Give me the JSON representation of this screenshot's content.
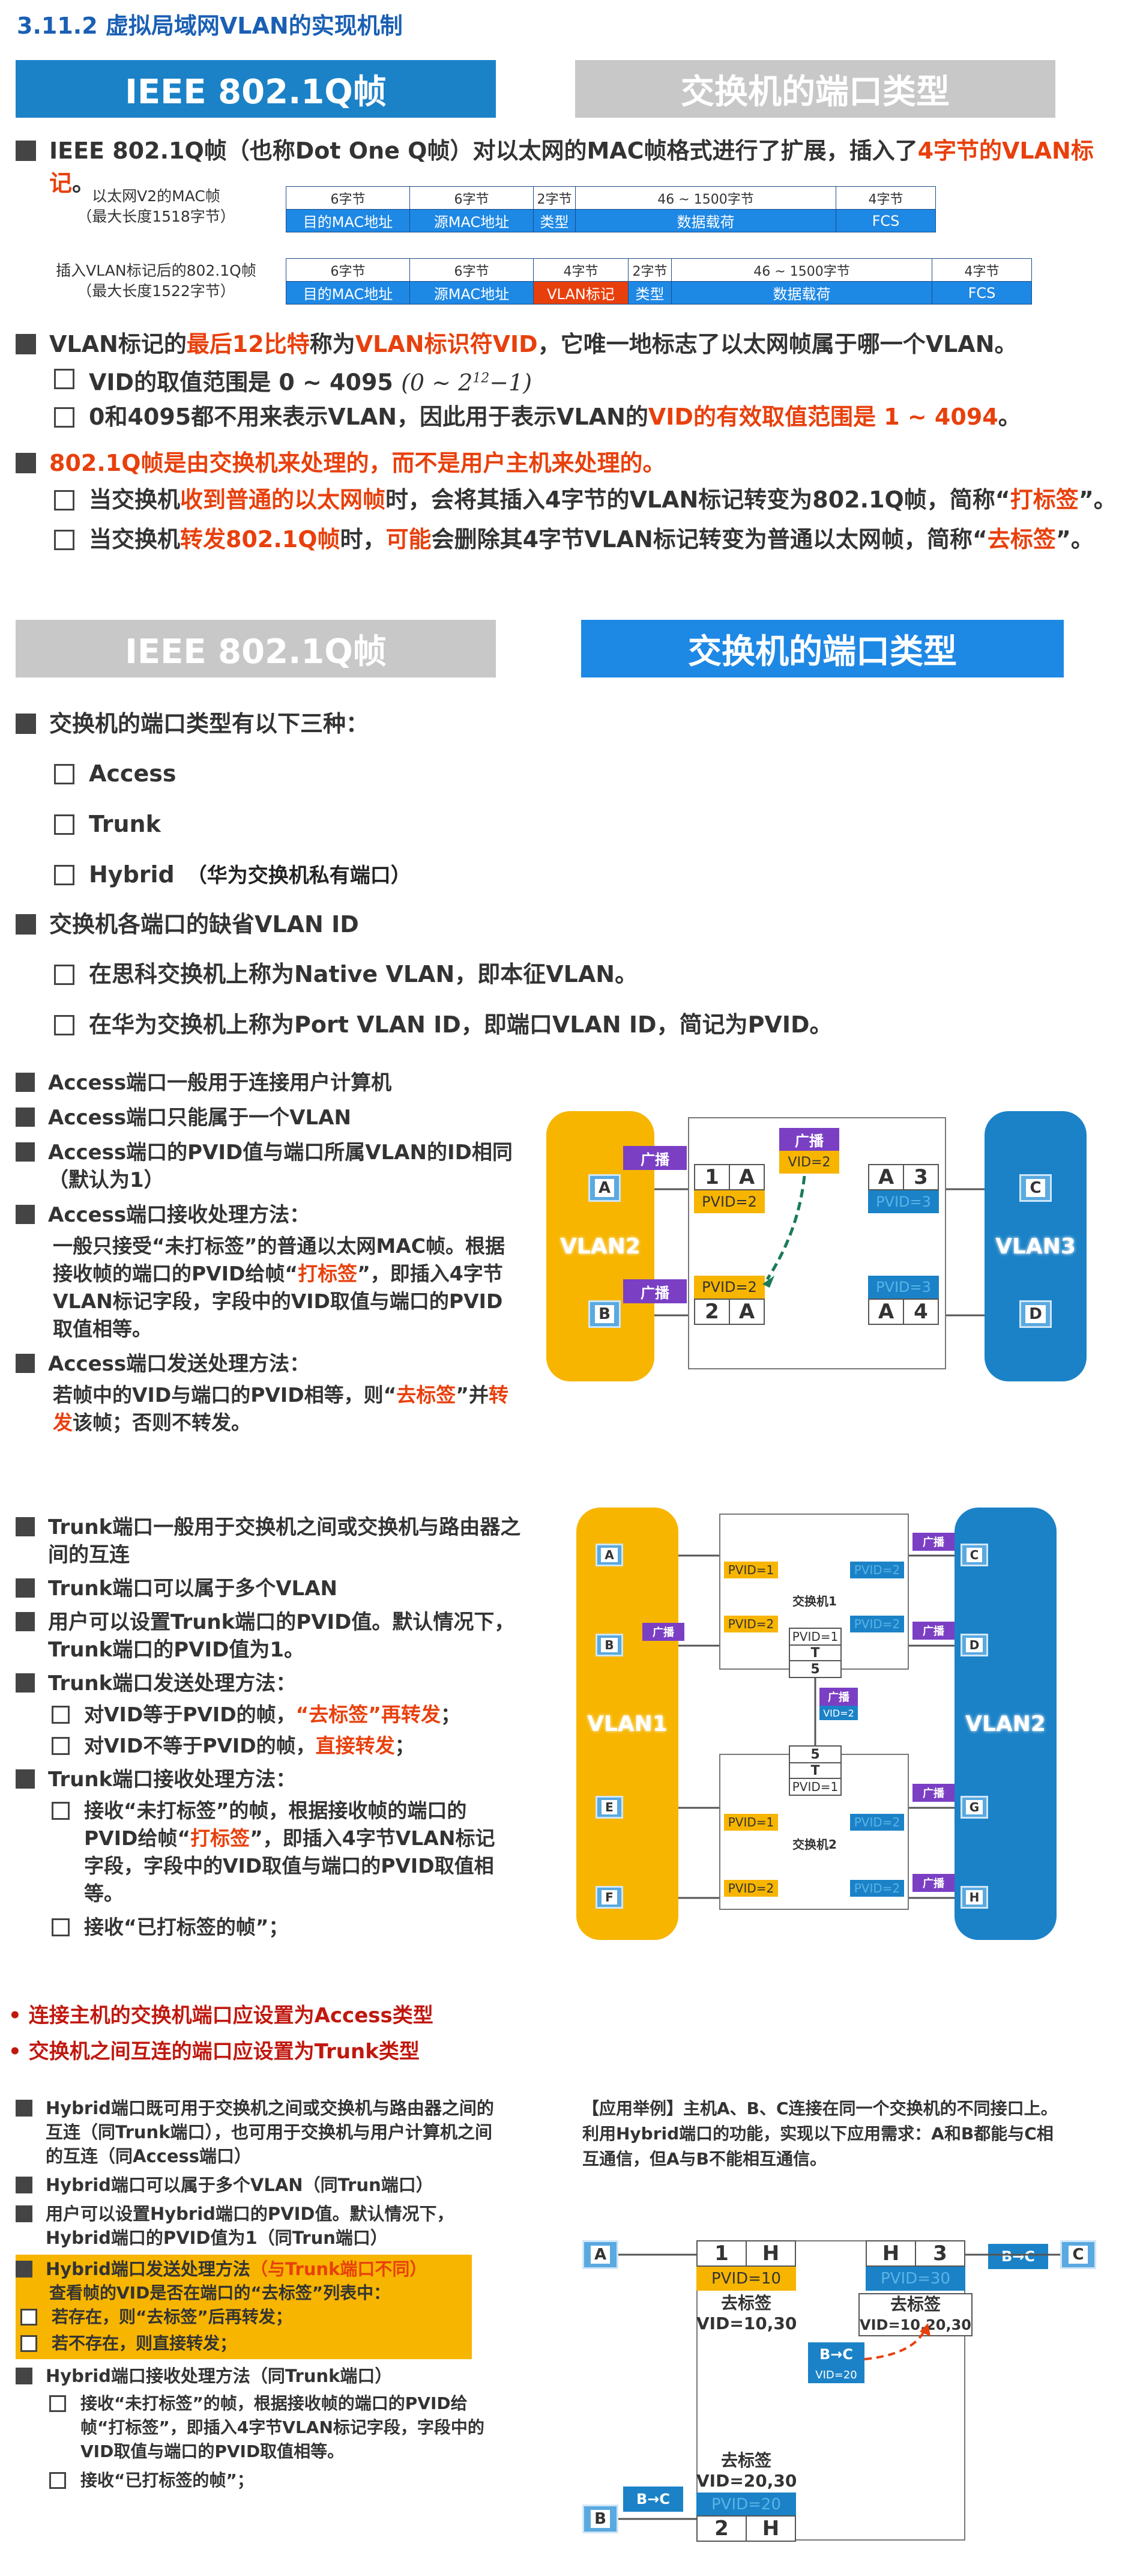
{
  "title": "3.11.2 虚拟局域网VLAN的实现机制",
  "tabs1": {
    "left": "IEEE 802.1Q帧",
    "right": "交换机的端口类型"
  },
  "tabs2": {
    "left": "IEEE 802.1Q帧",
    "right": "交换机的端口类型"
  },
  "p1": {
    "intro_a": "IEEE 802.1Q帧（也称Dot One Q帧）对以太网的MAC帧格式进行了扩展，插入了",
    "intro_b": "4字节的VLAN标记",
    "intro_c": "。",
    "frame1": {
      "label1": "以太网V2的MAC帧",
      "label2": "（最大长度1518字节）",
      "sizes": [
        "6字节",
        "6字节",
        "2字节",
        "46 ~ 1500字节",
        "4字节"
      ],
      "fields": [
        "目的MAC地址",
        "源MAC地址",
        "类型",
        "数据载荷",
        "FCS"
      ]
    },
    "frame2": {
      "label1": "插入VLAN标记后的802.1Q帧",
      "label2": "（最大长度1522字节）",
      "sizes": [
        "6字节",
        "6字节",
        "4字节",
        "2字节",
        "46 ~ 1500字节",
        "4字节"
      ],
      "fields": [
        "目的MAC地址",
        "源MAC地址",
        "VLAN标记",
        "类型",
        "数据载荷",
        "FCS"
      ]
    },
    "vid_a": "VLAN标记的",
    "vid_b": "最后12比特",
    "vid_c": "称为",
    "vid_d": "VLAN标识符VID",
    "vid_e": "，它唯一地标志了以太网帧属于哪一个VLAN。",
    "range_a": "VID的取值范围是 0 ~ 4095",
    "range_b": "(0 ~ 2",
    "range_sup": "12",
    "range_c": "−1)",
    "valid_a": "0和4095都不用来表示VLAN，因此用于表示VLAN的",
    "valid_b": "VID的有效取值范围是 1 ~ 4094",
    "valid_c": "。",
    "proc": "802.1Q帧是由交换机来处理的，而不是用户主机来处理的。",
    "tag_a": "当交换机",
    "tag_b": "收到普通的以太网帧",
    "tag_c": "时，会将其插入4字节的VLAN标记转变为802.1Q帧，简称“",
    "tag_d": "打标签",
    "tag_e": "”。",
    "untag_a": "当交换机",
    "untag_b": "转发802.1Q帧",
    "untag_c": "时，",
    "untag_d": "可能",
    "untag_e": "会删除其4字节VLAN标记转变为普通以太网帧，简称“",
    "untag_f": "去标签",
    "untag_g": "”。"
  },
  "p2": {
    "types_head": "交换机的端口类型有以下三种：",
    "types": [
      "Access",
      "Trunk",
      "Hybrid"
    ],
    "hybrid_note": "（华为交换机私有端口）",
    "default_head": "交换机各端口的缺省VLAN ID",
    "cisco": "在思科交换机上称为Native VLAN，即本征VLAN。",
    "huawei": "在华为交换机上称为Port VLAN ID，即端口VLAN ID，简记为PVID。"
  },
  "access": {
    "b1": "Access端口一般用于连接用户计算机",
    "b2": "Access端口只能属于一个VLAN",
    "b3": "Access端口的PVID值与端口所属VLAN的ID相同（默认为1）",
    "b4": "Access端口接收处理方法：",
    "recv_a": "一般只接受“未打标签”的普通以太网MAC帧。根据接收帧的端口的PVID给帧“",
    "recv_b": "打标签",
    "recv_c": "”，即插入4字节VLAN标记字段，字段中的VID取值与端口的PVID取值相等。",
    "b5": "Access端口发送处理方法：",
    "send_a": "若帧中的VID与端口的PVID相等，则“",
    "send_b": "去标签",
    "send_c": "”并",
    "send_d": "转发",
    "send_e": "该帧；否则不转发。",
    "diagram": {
      "vlan_left": "VLAN2",
      "vlan_right": "VLAN3",
      "hostA": "A",
      "hostB": "B",
      "hostC": "C",
      "hostD": "D",
      "port1": "1",
      "port2": "2",
      "port3": "3",
      "port4": "4",
      "portA": "A",
      "pvid_left_top": "PVID=2",
      "pvid_left_bottom": "PVID=2",
      "pvid_right_top": "PVID=3",
      "pvid_right_bottom": "PVID=3",
      "bcast": "广播",
      "vid_tag": "VID=2"
    }
  },
  "trunk": {
    "b1": "Trunk端口一般用于交换机之间或交换机与路由器之间的互连",
    "b2": "Trunk端口可以属于多个VLAN",
    "b3": "用户可以设置Trunk端口的PVID值。默认情况下，Trunk端口的PVID值为1。",
    "b4": "Trunk端口发送处理方法：",
    "s1_a": "对VID等于PVID的帧，",
    "s1_b": "“去标签”再转发",
    "s1_c": "；",
    "s2_a": "对VID不等于PVID的帧，",
    "s2_b": "直接转发",
    "s2_c": "；",
    "b5": "Trunk端口接收处理方法：",
    "r1_a": "接收“未打标签”的帧，根据接收帧的端口的PVID给帧“",
    "r1_b": "打标签",
    "r1_c": "”，即插入4字节VLAN标记字段，字段中的VID取值与端口的PVID取值相等。",
    "r2": "接收“已打标签的帧”；",
    "diagram": {
      "vlan_left": "VLAN1",
      "vlan_right": "VLAN2",
      "sw1": "交换机1",
      "sw2": "交换机2",
      "hosts": [
        "A",
        "B",
        "C",
        "D",
        "E",
        "F",
        "G",
        "H"
      ],
      "pvid1": "PVID=1",
      "pvid2": "PVID=2",
      "t": "T",
      "p5": "5",
      "bcast": "广播",
      "vid": "VID=2"
    }
  },
  "summary": {
    "d1": "• 连接主机的交换机端口应设置为Access类型",
    "d2": "• 交换机之间互连的端口应设置为Trunk类型"
  },
  "hybrid": {
    "b1": "Hybrid端口既可用于交换机之间或交换机与路由器之间的互连（同Trunk端口），也可用于交换机与用户计算机之间的互连（同Access端口）",
    "b2": "Hybrid端口可以属于多个VLAN（同Trun端口）",
    "b3": "用户可以设置Hybrid端口的PVID值。默认情况下，Hybrid端口的PVID值为1（同Trun端口）",
    "b4_a": "Hybrid端口发送处理方法",
    "b4_b": "（与Trunk端口不同）",
    "check": "查看帧的VID是否在端口的“去标签”列表中：",
    "c1": "若存在，则“去标签”后再转发；",
    "c2": "若不存在，则直接转发；",
    "b5": "Hybrid端口接收处理方法（同Trunk端口）",
    "r1": "接收“未打标签”的帧，根据接收帧的端口的PVID给帧“打标签”，即插入4字节VLAN标记字段，字段中的VID取值与端口的PVID取值相等。",
    "r2": "接收“已打标签的帧”；",
    "example": "【应用举例】主机A、B、C连接在同一个交换机的不同接口上。利用Hybrid端口的功能，实现以下应用需求：A和B都能与C相互通信，但A与B不能相互通信。",
    "diagram": {
      "hostA": "A",
      "hostB": "B",
      "hostC": "C",
      "p1": "1",
      "p2": "2",
      "p3": "3",
      "h": "H",
      "pvid10": "PVID=10",
      "pvid20": "PVID=20",
      "pvid30": "PVID=30",
      "untag_label": "去标签",
      "untag1": "VID=10,30",
      "untag3": "VID=10,20,30",
      "untag2": "VID=20,30",
      "bc": "B→C",
      "vid20": "VID=20"
    }
  },
  "colors": {
    "blue": "#1e88e5",
    "orange": "#f7b500",
    "teal": "#1b82c7",
    "red": "#e8400c",
    "purple": "#7b3fc4",
    "gray": "#c8c8c8"
  }
}
